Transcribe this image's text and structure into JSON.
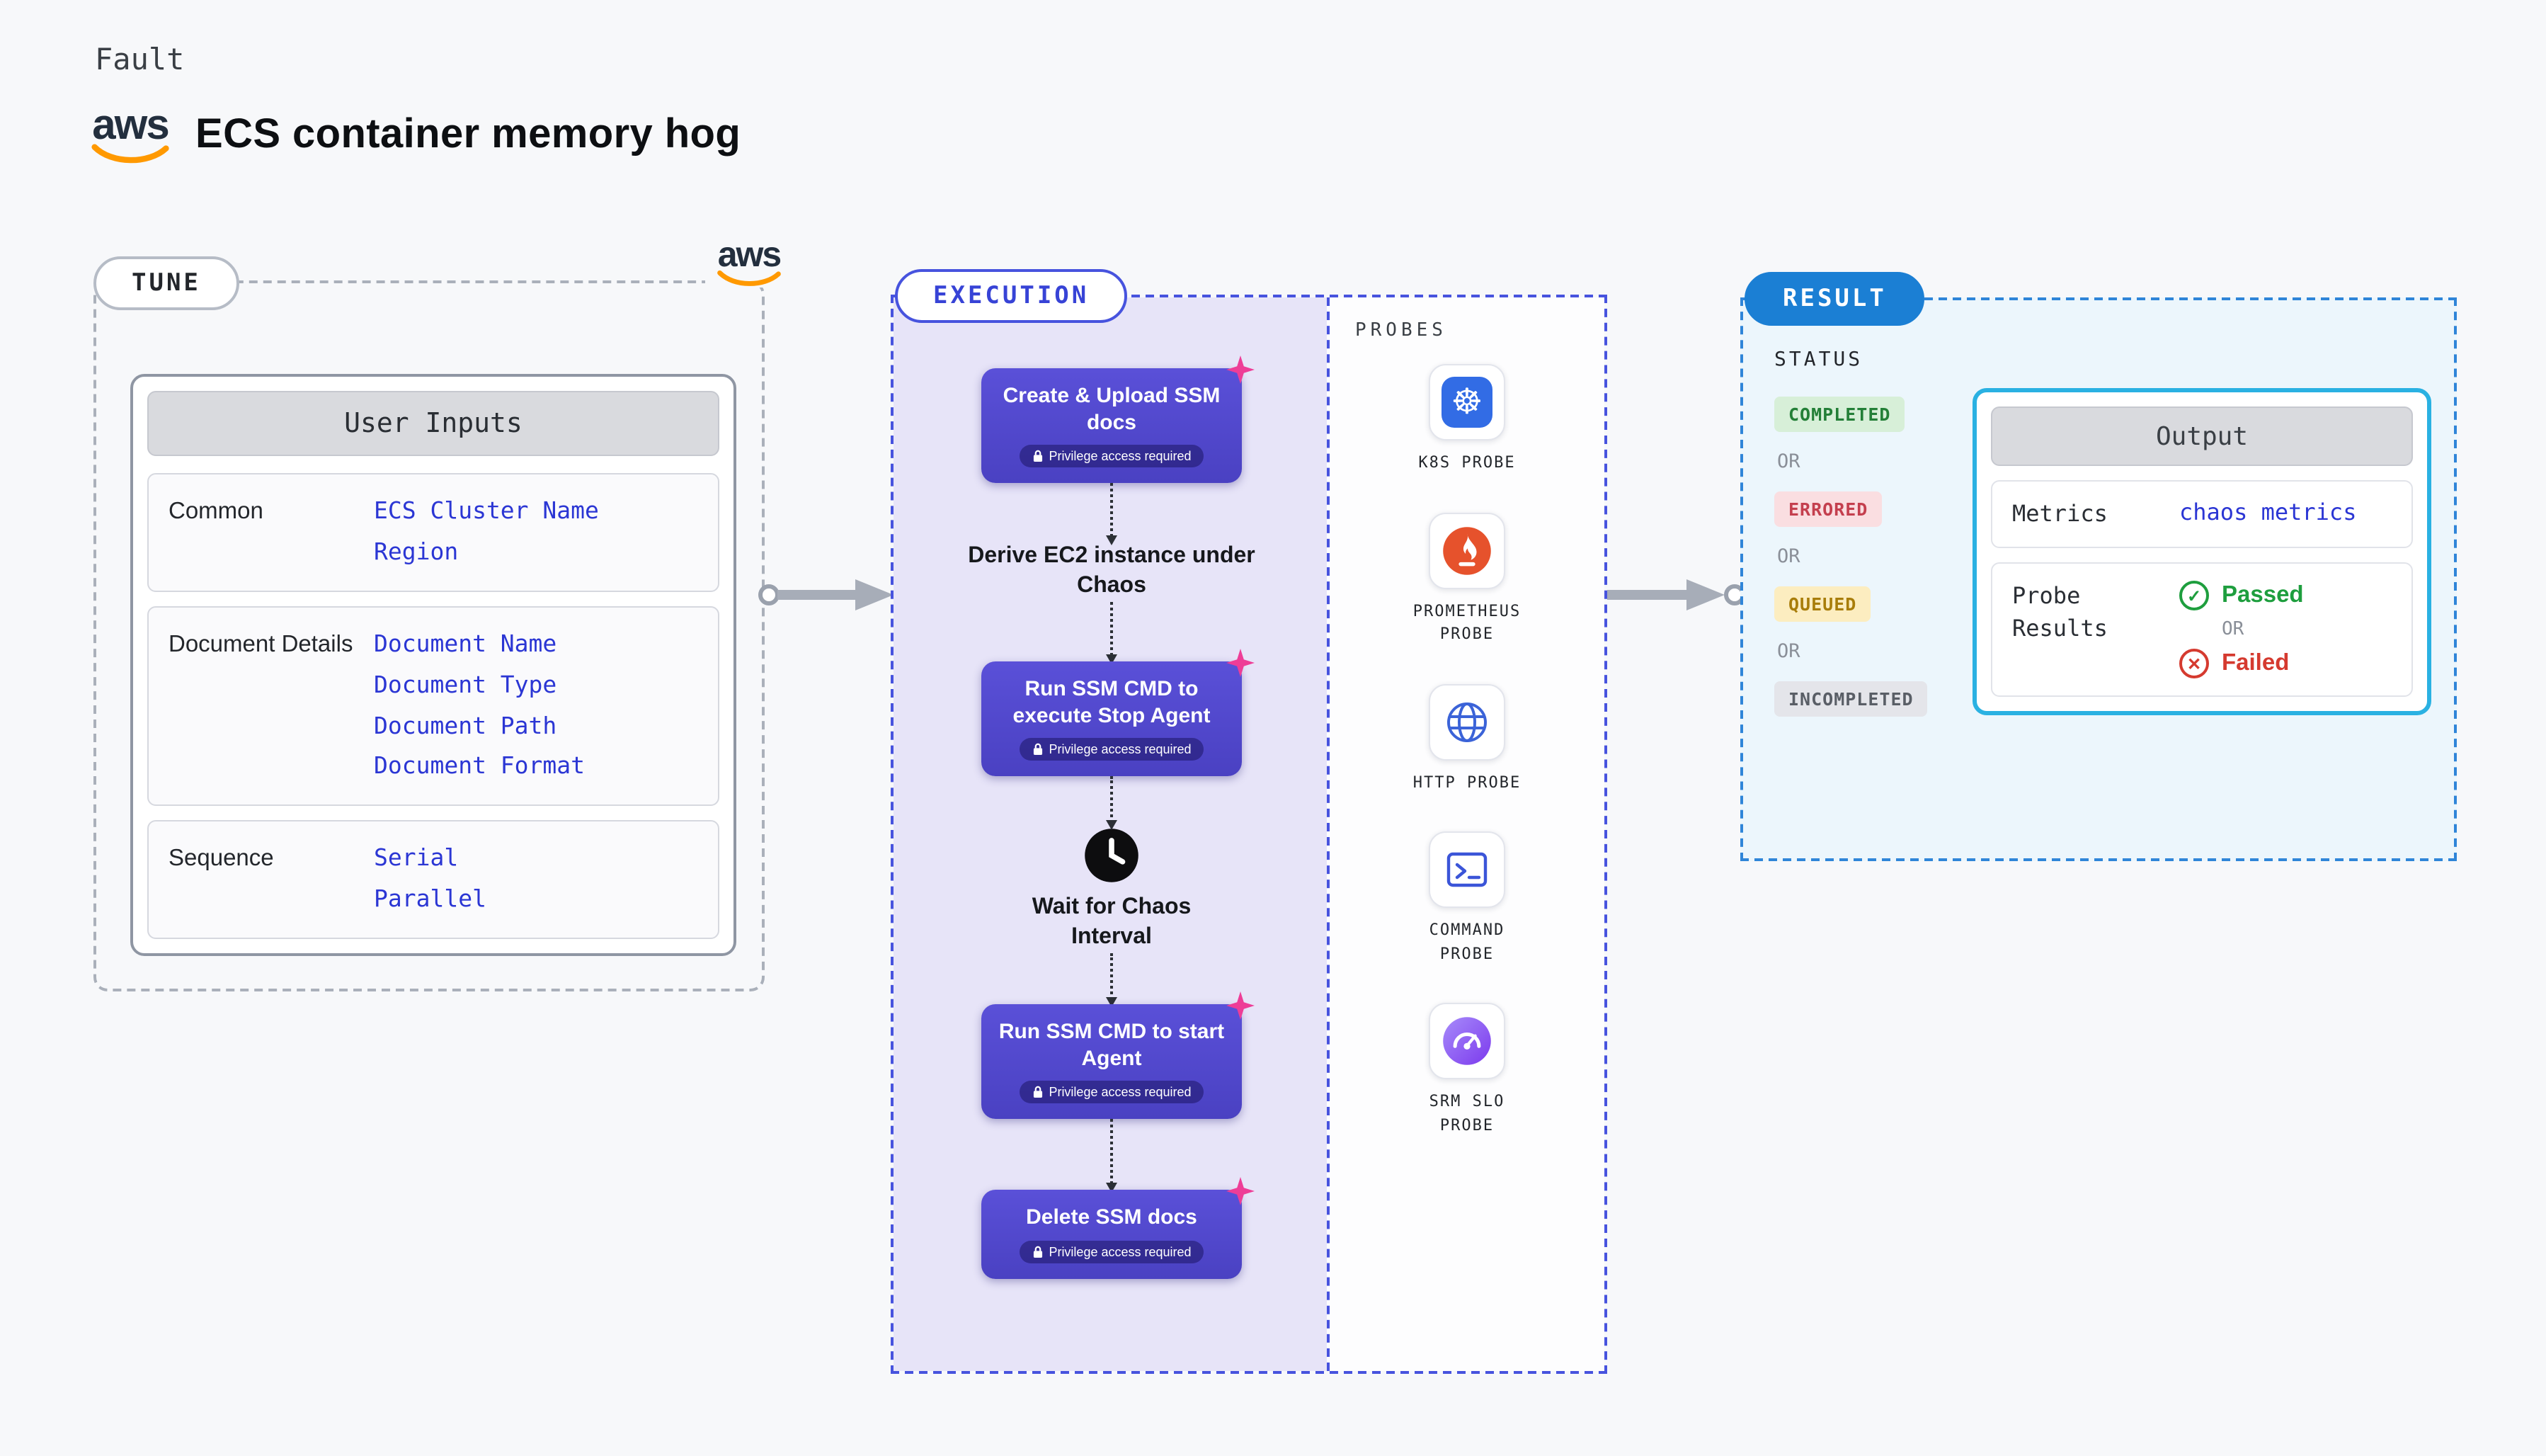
{
  "colors": {
    "aws_orange": "#ff9900",
    "step_purple": "#5148c8",
    "execution_border": "#4753de",
    "result_blue": "#1b7fd4",
    "output_border": "#2ab1e2",
    "sparkle_pink": "#ee3d97",
    "link_blue": "#2b36d4",
    "completed_green": "#237f37",
    "errored_red": "#c43f4e",
    "queued_yellow": "#a87d0a",
    "incompleted_gray": "#595e66"
  },
  "icons": {
    "k8s_glyph": "☸",
    "check_glyph": "✓",
    "cross_glyph": "✕"
  },
  "header": {
    "eyebrow": "Fault",
    "aws_logo_text": "aws",
    "title": "ECS container memory hog"
  },
  "tune": {
    "pill": "TUNE",
    "user_inputs": {
      "title": "User Inputs",
      "rows": [
        {
          "label": "Common",
          "values": [
            "ECS Cluster Name",
            "Region"
          ]
        },
        {
          "label": "Document Details",
          "values": [
            "Document Name",
            "Document Type",
            "Document Path",
            "Document Format"
          ]
        },
        {
          "label": "Sequence",
          "values": [
            "Serial",
            "Parallel"
          ]
        }
      ]
    }
  },
  "execution": {
    "pill": "EXECUTION",
    "privilege_badge": "Privilege access required",
    "steps": {
      "create_upload": "Create & Upload SSM docs",
      "derive": "Derive EC2 instance under Chaos",
      "stop_agent": "Run SSM CMD to execute Stop Agent",
      "wait": "Wait for Chaos Interval",
      "start_agent": "Run SSM CMD to start Agent",
      "delete_docs": "Delete SSM docs"
    },
    "probes": {
      "title": "PROBES",
      "items": [
        {
          "label": "K8S PROBE"
        },
        {
          "label": "PROMETHEUS PROBE"
        },
        {
          "label": "HTTP PROBE"
        },
        {
          "label": "COMMAND PROBE"
        },
        {
          "label": "SRM SLO PROBE"
        }
      ]
    }
  },
  "result": {
    "pill": "RESULT",
    "status": {
      "title": "STATUS",
      "or": "OR",
      "items": [
        {
          "label": "COMPLETED"
        },
        {
          "label": "ERRORED"
        },
        {
          "label": "QUEUED"
        },
        {
          "label": "INCOMPLETED"
        }
      ]
    },
    "output": {
      "title": "Output",
      "metrics_label": "Metrics",
      "metrics_link": "chaos metrics",
      "probe_results_label": "Probe Results",
      "passed": "Passed",
      "or": "OR",
      "failed": "Failed"
    }
  }
}
